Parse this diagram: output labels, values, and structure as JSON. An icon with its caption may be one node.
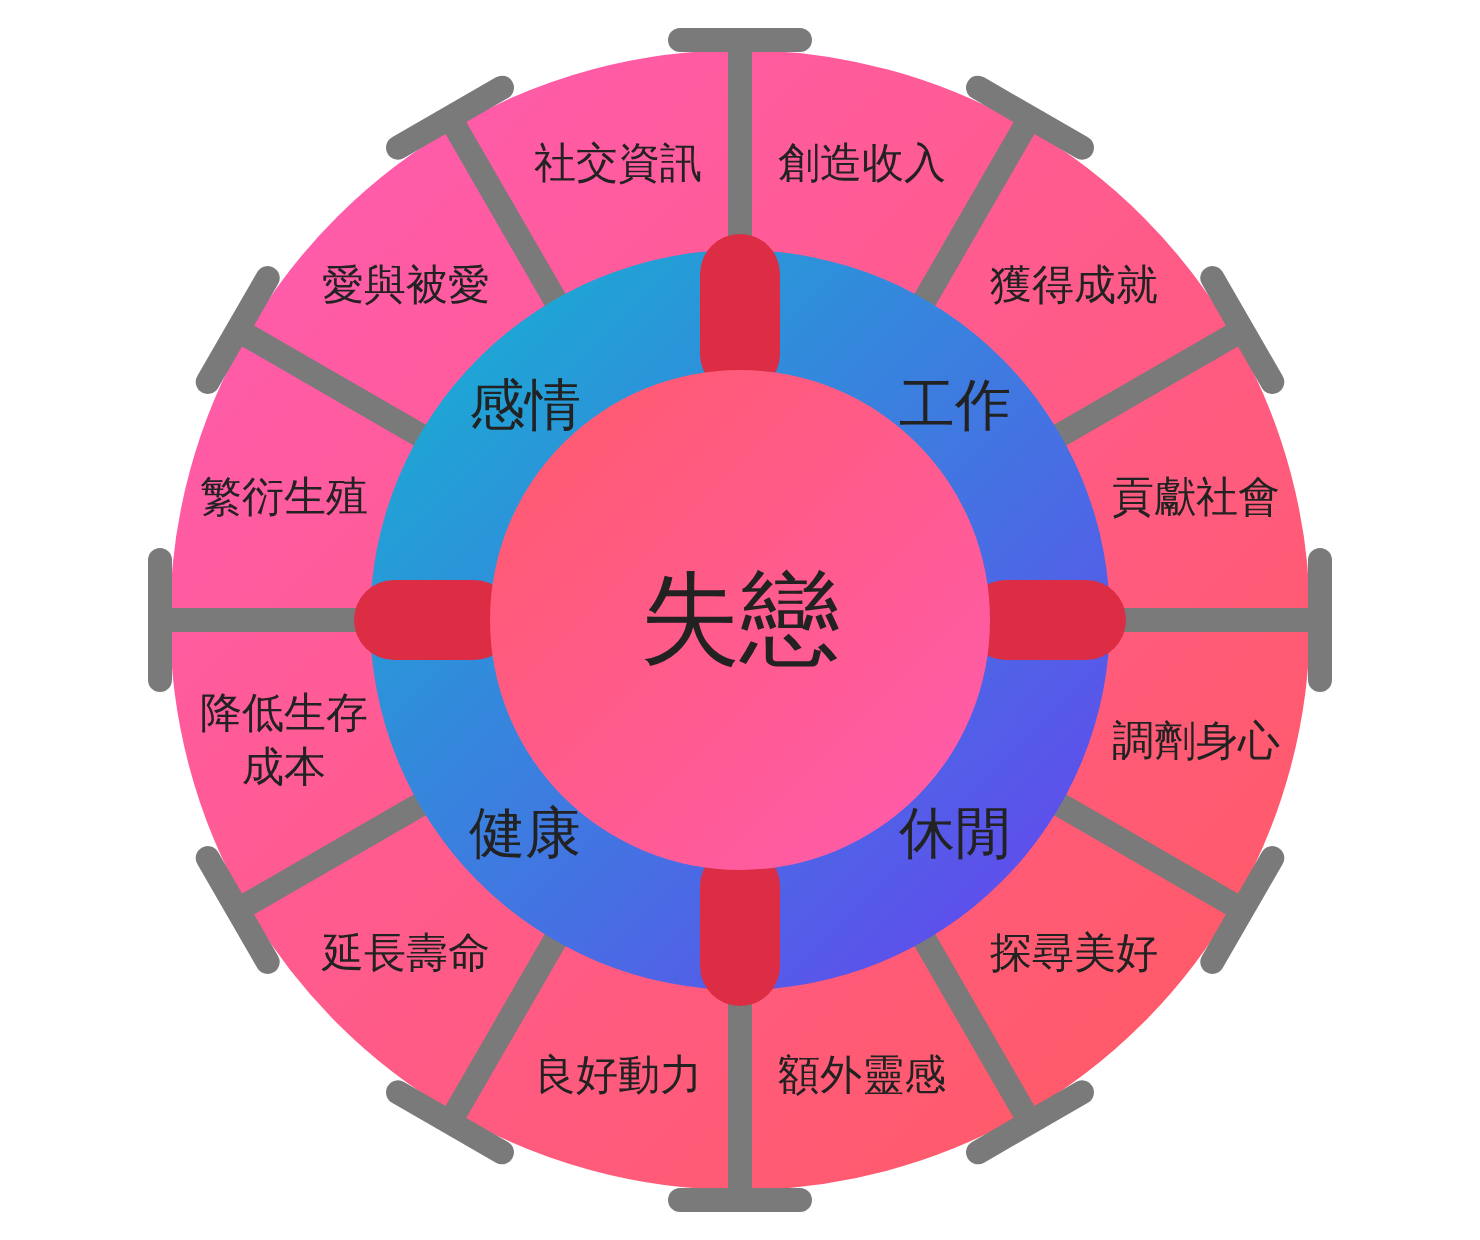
{
  "diagram": {
    "nodes": [
      {
        "text": [
          "失戀"
        ]
      },
      {
        "text": [
          "工作"
        ]
      },
      {
        "text": [
          "休閒"
        ]
      },
      {
        "text": [
          "健康"
        ]
      },
      {
        "text": [
          "感情"
        ]
      },
      {
        "text": [
          "創造收入"
        ]
      },
      {
        "text": [
          "獲得成就"
        ]
      },
      {
        "text": [
          "貢獻社會"
        ]
      },
      {
        "text": [
          "調劑身心"
        ]
      },
      {
        "text": [
          "探尋美好"
        ]
      },
      {
        "text": [
          "額外靈感"
        ]
      },
      {
        "text": [
          "良好動力"
        ]
      },
      {
        "text": [
          "延長壽命"
        ]
      },
      {
        "text": [
          "降低生存成本"
        ]
      },
      {
        "text": [
          "繁衍生殖"
        ]
      },
      {
        "text": [
          "愛與被愛"
        ]
      },
      {
        "text": [
          "社交資訊"
        ]
      }
    ]
  }
}
